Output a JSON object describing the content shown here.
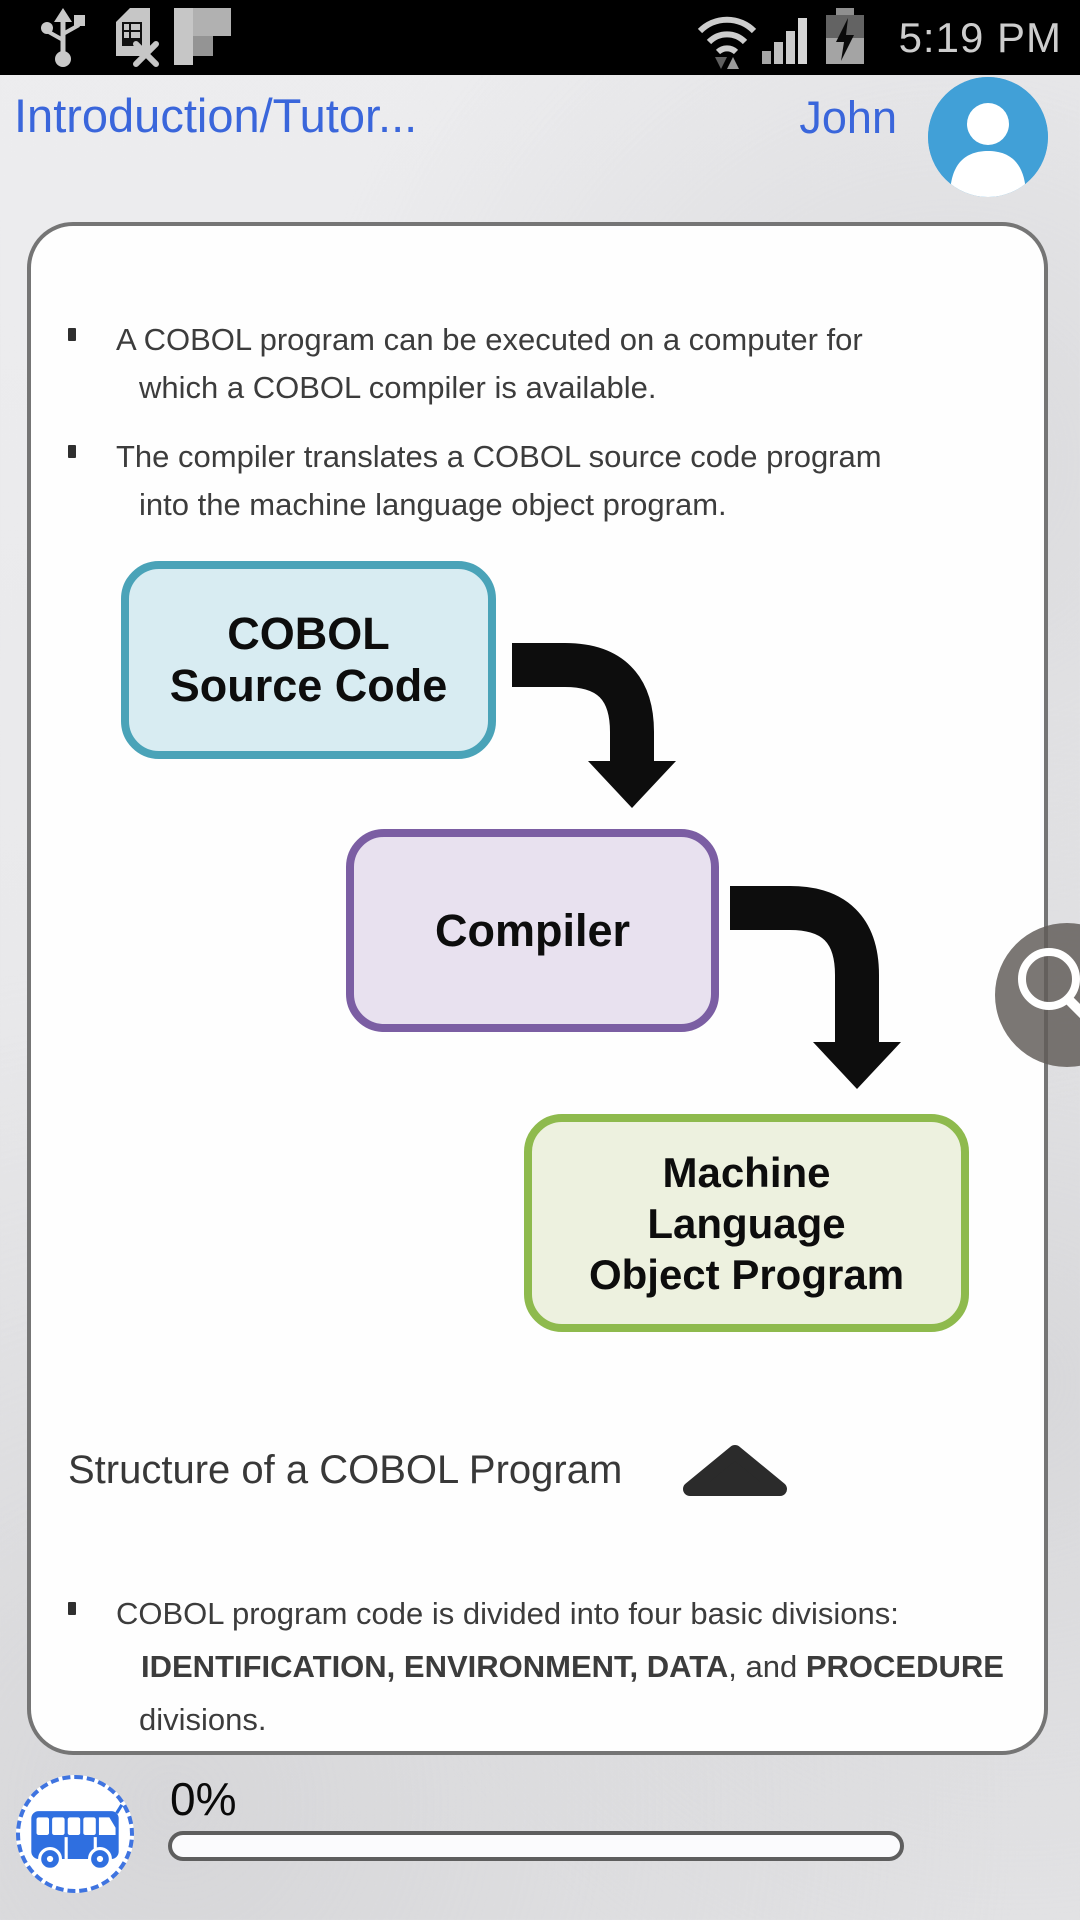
{
  "status_bar": {
    "time": "5:19 PM",
    "icons_left": [
      "usb-icon",
      "no-sim-icon",
      "notification-blocks-icon"
    ],
    "icons_right": [
      "wifi-icon",
      "signal-strength-icon",
      "battery-charging-icon"
    ]
  },
  "header": {
    "title": "Introduction/Tutor...",
    "user": "John"
  },
  "slide": {
    "bullet1_l1": "A COBOL program can be executed on a computer for",
    "bullet1_l2": "which a COBOL compiler is available.",
    "bullet2_l1": "The compiler translates a COBOL source code program",
    "bullet2_l2": "into the machine language object program.",
    "box_source": "COBOL\nSource Code",
    "box_compiler": "Compiler",
    "box_machine": "Machine\nLanguage\nObject Program",
    "section_heading": "Structure of a COBOL Program",
    "bullet3_l1": "COBOL program code is divided into four basic divisions:",
    "bullet3_l2_bold1": "IDENTIFICATION, ENVIRONMENT, DATA",
    "bullet3_l2_reg": ", and ",
    "bullet3_l2_bold2": "PROCEDURE",
    "bullet3_l3": "divisions."
  },
  "progress": {
    "label": "0%",
    "value_percent": 0
  },
  "colors": {
    "accent_blue": "#3a66db",
    "avatar_blue": "#41a0d7",
    "source_box_border": "#4aa3b8",
    "source_box_fill": "#d8ecf2",
    "compiler_box_border": "#7b5ea3",
    "compiler_box_fill": "#e8e1ef",
    "machine_box_border": "#8eba4d",
    "machine_box_fill": "#edf1df",
    "arrow_black": "#0d0d0d",
    "search_fab_gray": "#605b58",
    "bus_blue": "#2f6fe0"
  }
}
